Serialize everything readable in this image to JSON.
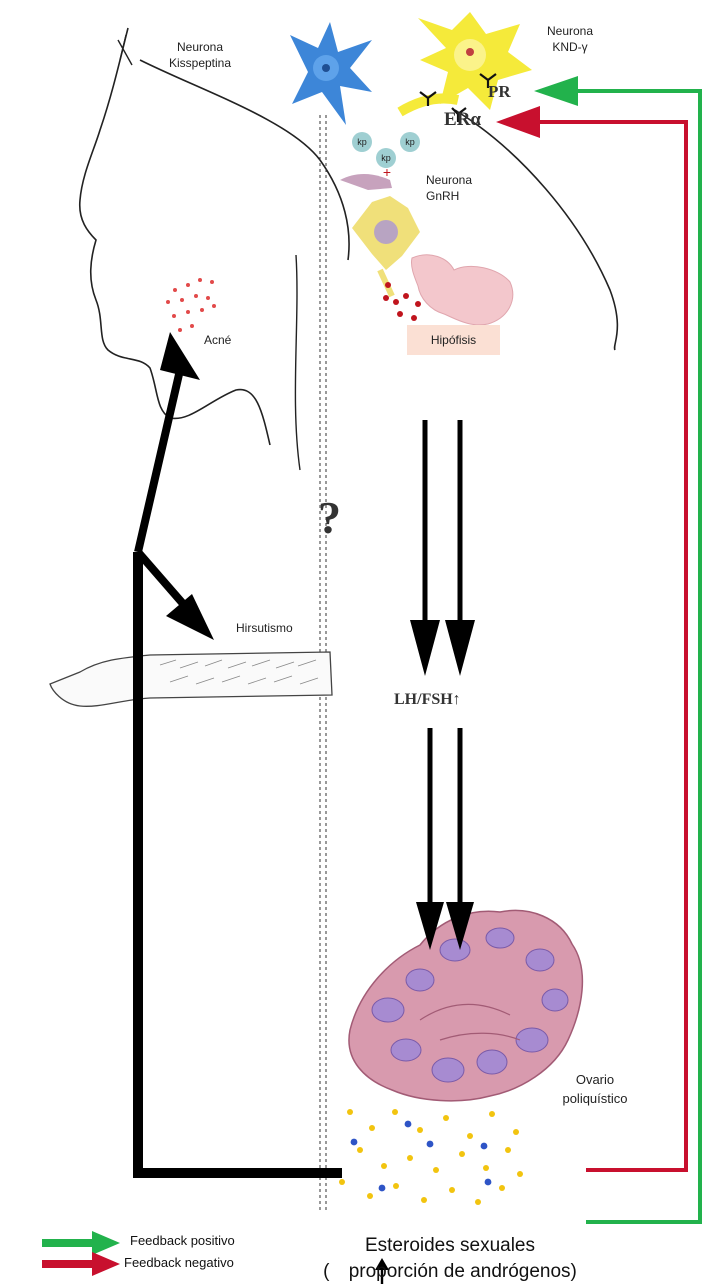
{
  "labels": {
    "kisspeptin_neuron": "Neurona\nKisspeptina",
    "knd_neuron": "Neurona\nKND-γ",
    "pr": "PR",
    "er_alpha": "ERα",
    "gnrh_neuron": "Neurona\nGnRH",
    "pituitary": "Hipófisis",
    "acne": "Acné",
    "question": "?",
    "hirsutism": "Hirsutismo",
    "lh_fsh": "LH/FSH↑",
    "ovary": "Ovario\npoliquístico",
    "kp": "kp",
    "plus": "+"
  },
  "legend": {
    "positive": "Feedback positivo",
    "negative": "Feedback negativo"
  },
  "bottom": {
    "line1": "Esteroides sexuales",
    "line2_open": "(",
    "line2_rest": " proporción de andrógenos)"
  },
  "colors": {
    "positive": "#22b24c",
    "negative": "#c8102e",
    "arrow": "#000000",
    "kisspeptin": "#3d86d8",
    "knd": "#f5ea3a",
    "gnrh": "#f0e07a",
    "ovary": "#c98aa2",
    "pituitary_box": "#fbe0d4"
  }
}
